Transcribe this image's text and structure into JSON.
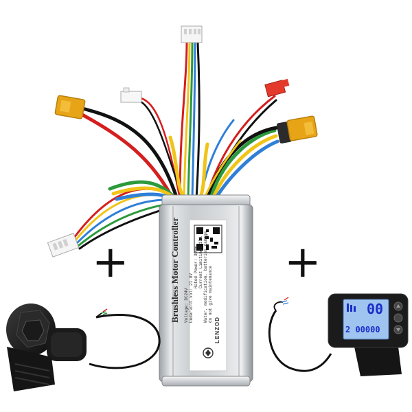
{
  "product": {
    "label_title": "Brushless Motor Controller",
    "label_lines": [
      "Voltage: DC24V",
      "Undervolt.vol: 21.0V",
      "Rated Power: 300W",
      "Current Limiting: 15A",
      "Water, modification, batteries damage,",
      "do not give maintenance"
    ],
    "brand": "LENZOD"
  },
  "display": {
    "speed": "00",
    "odometer": "2 00000"
  },
  "signs": {
    "left_plus": "+",
    "right_plus": "+"
  },
  "colors": {
    "xt_connector": "#e7a417",
    "housing": "#d6d8da",
    "lcd_background": "#9fc4ef",
    "wire_red": "#d51e1e",
    "wire_yellow": "#f0c419",
    "wire_blue": "#2f7fd8",
    "wire_green": "#2c9a3c",
    "wire_black": "#111111"
  }
}
